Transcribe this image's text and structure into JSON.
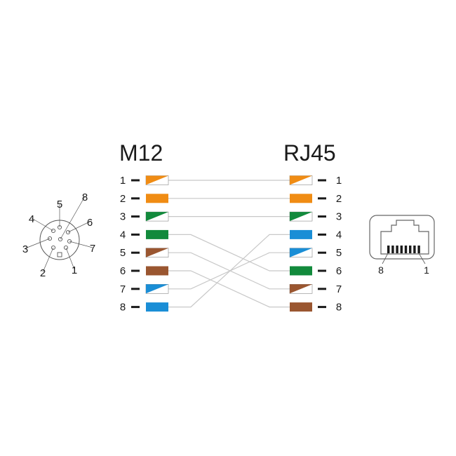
{
  "titles": {
    "left": "M12",
    "right": "RJ45"
  },
  "colors": {
    "orange": "#f08c14",
    "green": "#128a3c",
    "blue": "#1a8ed6",
    "brown": "#9a5630",
    "white": "#ffffff",
    "wire": "#c8c8c8",
    "outline": "#555555"
  },
  "left_pins": [
    {
      "label": "1",
      "color": "orange",
      "striped": true
    },
    {
      "label": "2",
      "color": "orange",
      "striped": false
    },
    {
      "label": "3",
      "color": "green",
      "striped": true
    },
    {
      "label": "4",
      "color": "green",
      "striped": false
    },
    {
      "label": "5",
      "color": "brown",
      "striped": true
    },
    {
      "label": "6",
      "color": "brown",
      "striped": false
    },
    {
      "label": "7",
      "color": "blue",
      "striped": true
    },
    {
      "label": "8",
      "color": "blue",
      "striped": false
    }
  ],
  "right_pins": [
    {
      "label": "1",
      "color": "orange",
      "striped": true
    },
    {
      "label": "2",
      "color": "orange",
      "striped": false
    },
    {
      "label": "3",
      "color": "green",
      "striped": true
    },
    {
      "label": "4",
      "color": "blue",
      "striped": false
    },
    {
      "label": "5",
      "color": "blue",
      "striped": true
    },
    {
      "label": "6",
      "color": "green",
      "striped": false
    },
    {
      "label": "7",
      "color": "brown",
      "striped": true
    },
    {
      "label": "8",
      "color": "brown",
      "striped": false
    }
  ],
  "wiring": [
    {
      "from": "1",
      "to": "1"
    },
    {
      "from": "2",
      "to": "2"
    },
    {
      "from": "3",
      "to": "3"
    },
    {
      "from": "4",
      "to": "6"
    },
    {
      "from": "5",
      "to": "7"
    },
    {
      "from": "6",
      "to": "8"
    },
    {
      "from": "7",
      "to": "5"
    },
    {
      "from": "8",
      "to": "4"
    }
  ],
  "m12_face_labels": [
    "1",
    "2",
    "3",
    "4",
    "5",
    "6",
    "7",
    "8"
  ],
  "rj45_face_labels": {
    "left": "8",
    "right": "1"
  }
}
